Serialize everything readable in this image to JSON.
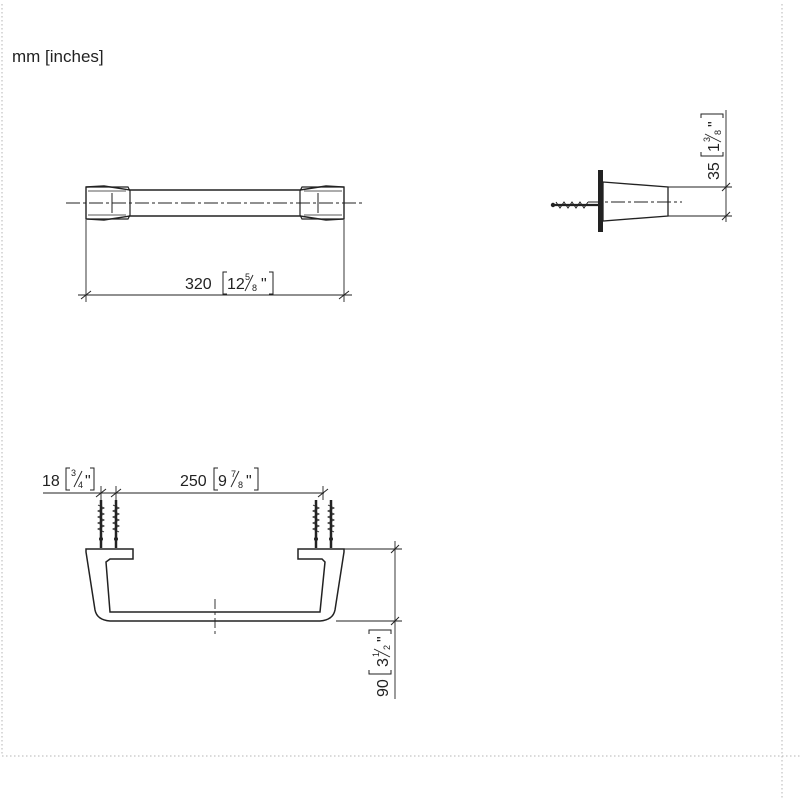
{
  "units_label": "mm [inches]",
  "dimensions": {
    "length": {
      "mm": "320",
      "whole": "12",
      "num": "5",
      "den": "8",
      "inch_mark": "\""
    },
    "depth": {
      "mm": "35",
      "whole": "1",
      "num": "3",
      "den": "8",
      "inch_mark": "\""
    },
    "mount_offset": {
      "mm": "18",
      "num": "3",
      "den": "4",
      "inch_mark": "\""
    },
    "mount_spacing": {
      "mm": "250",
      "whole": "9",
      "num": "7",
      "den": "8",
      "inch_mark": "\""
    },
    "height": {
      "mm": "90",
      "whole": "3",
      "num": "1",
      "den": "2",
      "inch_mark": "\""
    }
  }
}
